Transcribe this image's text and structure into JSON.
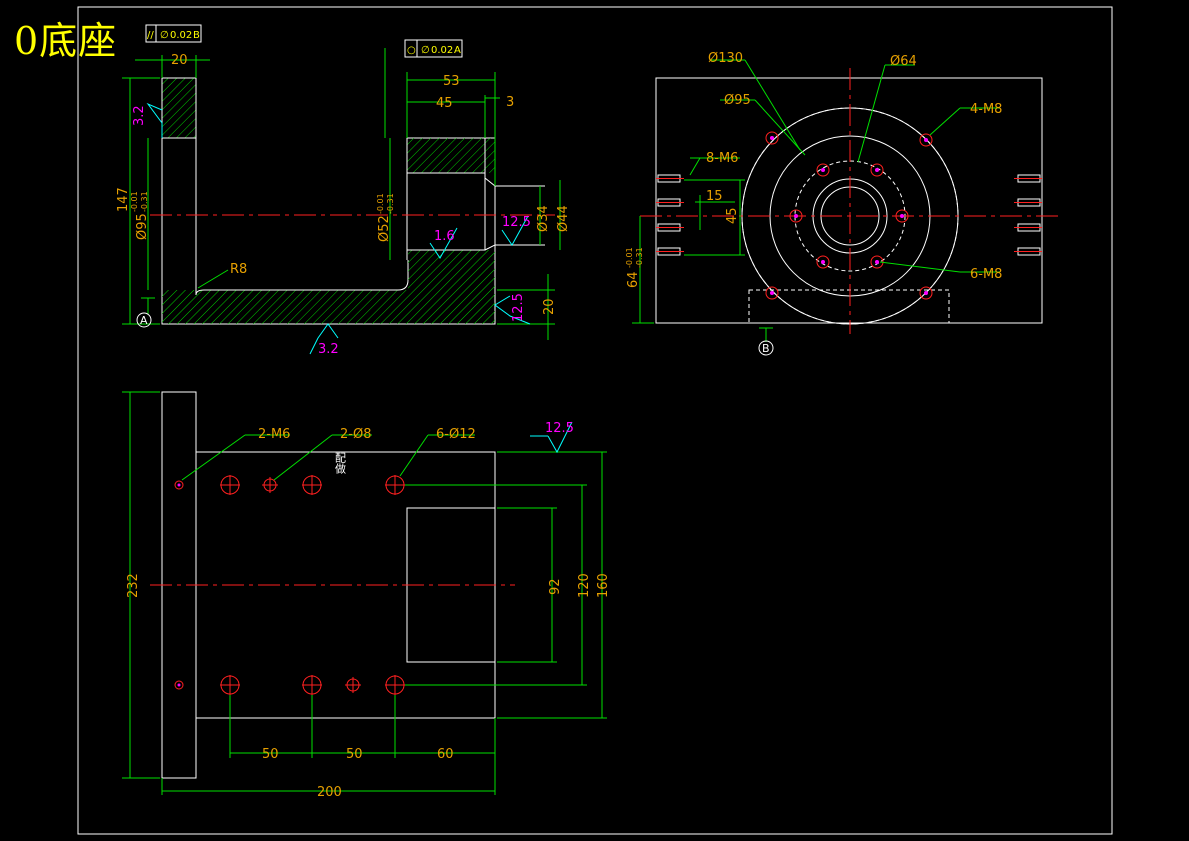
{
  "title": "0底座",
  "tolerance_frames": {
    "top_left": "0.02",
    "top_mid": "0.02",
    "top_left_ref": "B",
    "top_mid_ref": "A",
    "flatness_symbol": "//",
    "round_symbol": "○",
    "diameter_symbol": "∅"
  },
  "front_view": {
    "dims": {
      "d20_top": "20",
      "d53": "53",
      "d45": "45",
      "d3": "3",
      "d147": "147",
      "d95": "Ø95",
      "d52": "Ø52",
      "d34": "Ø34",
      "d44": "Ø44",
      "r8": "R8",
      "d20_right": "20"
    },
    "tolerances": {
      "t95_upper": "-0.01",
      "t95_lower": "-0.31",
      "t52_upper": "-0.01",
      "t52_lower": "-0.31"
    },
    "roughness": {
      "r32_left": "3.2",
      "r16": "1.6",
      "r125_mid": "12.5",
      "r125_right": "12.5",
      "r32_bottom": "3.2"
    },
    "datum": "A"
  },
  "side_view": {
    "dims": {
      "d130": "Ø130",
      "d64": "Ø64",
      "d95": "Ø95",
      "m8_4": "4-M8",
      "m6_8": "8-M6",
      "d15": "15",
      "d45": "45",
      "d64h": "64",
      "m8_6": "6-M8"
    },
    "tolerances": {
      "t64_upper": "-0.01",
      "t64_lower": "-0.31"
    },
    "datum": "B"
  },
  "top_view": {
    "dims": {
      "m6_2": "2-M6",
      "d8_2": "2-Ø8",
      "note": "配做",
      "d12_6": "6-Ø12",
      "d232": "232",
      "d92": "92",
      "d120": "120",
      "d160": "160",
      "d50a": "50",
      "d50b": "50",
      "d60": "60",
      "d200": "200"
    },
    "roughness": {
      "r125": "12.5"
    }
  }
}
